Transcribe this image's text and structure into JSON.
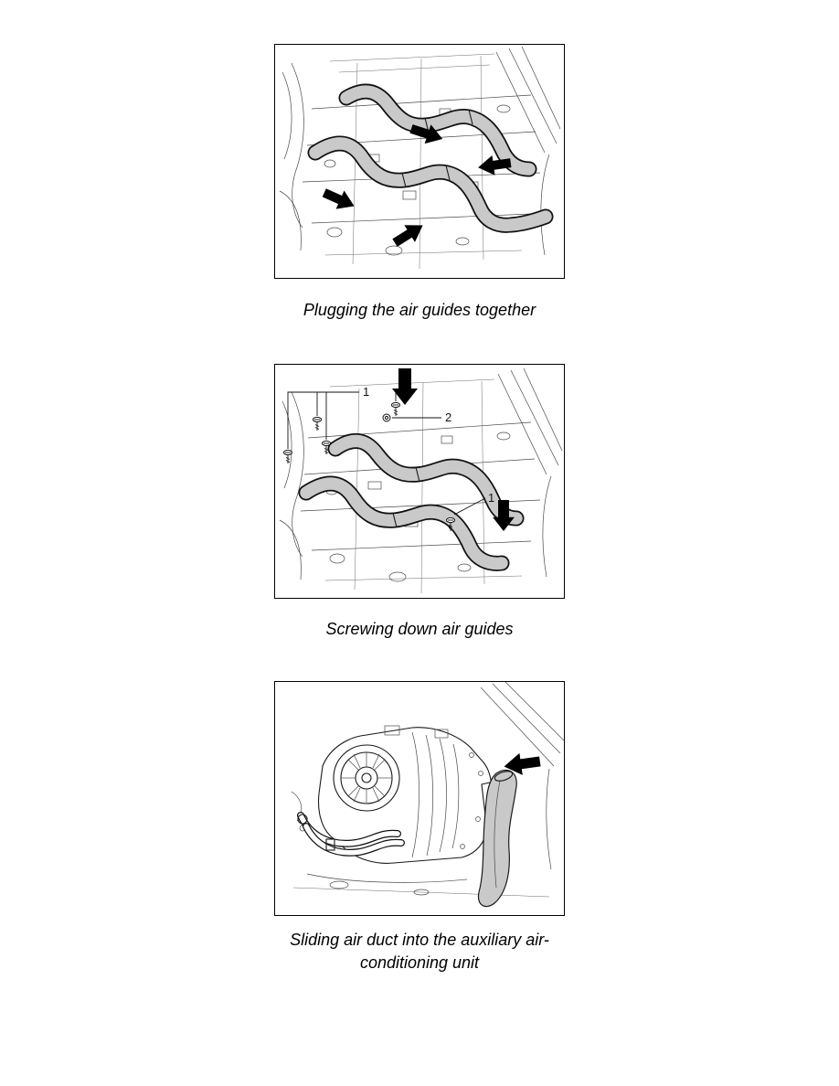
{
  "page": {
    "background": "#ffffff"
  },
  "colors": {
    "line": "#1a1a1a",
    "duct_fill": "#c9c9c9",
    "arrow_fill": "#000000"
  },
  "figures": [
    {
      "name": "plugging-air-guides",
      "caption": "Plugging the air guides together"
    },
    {
      "name": "screwing-down-air-guides",
      "caption": "Screwing down air guides",
      "callouts": {
        "screws_label": "1",
        "washer_label": "2",
        "right_screw_label": "1"
      }
    },
    {
      "name": "sliding-air-duct",
      "caption_lines": [
        "Sliding air duct into the auxiliary air-",
        "conditioning unit"
      ]
    }
  ]
}
